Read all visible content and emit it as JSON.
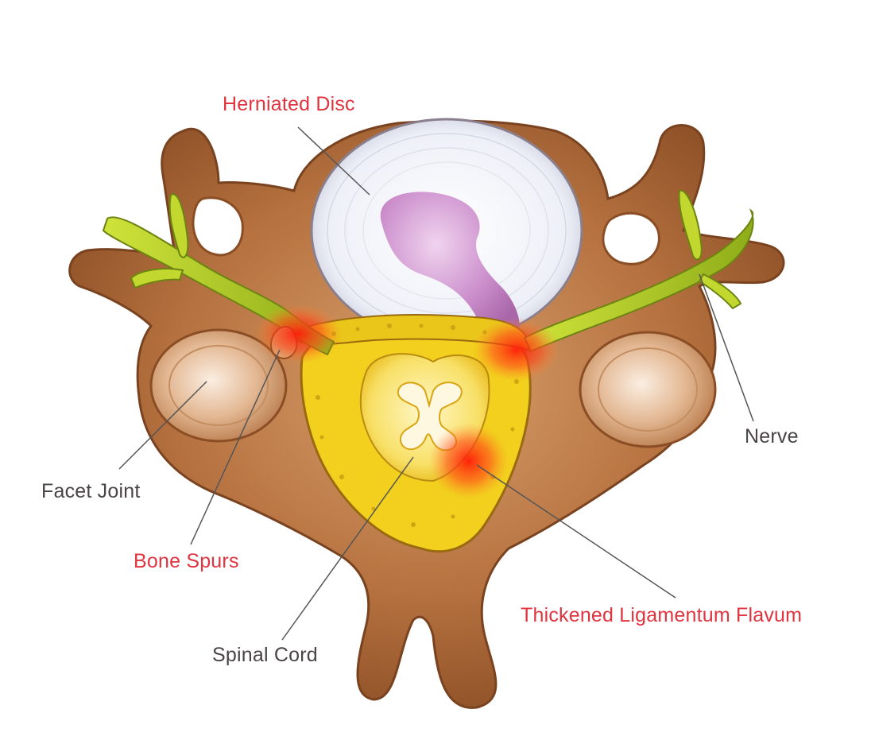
{
  "labels": {
    "herniated_disc": "Herniated Disc",
    "nerve": "Nerve",
    "facet_joint": "Facet Joint",
    "bone_spurs": "Bone Spurs",
    "thickened_ligamentum_flavum": "Thickened Ligamentum Flavum",
    "spinal_cord": "Spinal Cord"
  },
  "colors": {
    "highlight_label": "#e0343f",
    "normal_label": "#4a4446",
    "bone": "#b5713f",
    "bone_dark": "#7a4320",
    "disc": "#f1f3fa",
    "nucleus": "#c98ac8",
    "nerve": "#b5cf2a",
    "inflammation": "#e81a14",
    "canal": "#f3d21a"
  }
}
